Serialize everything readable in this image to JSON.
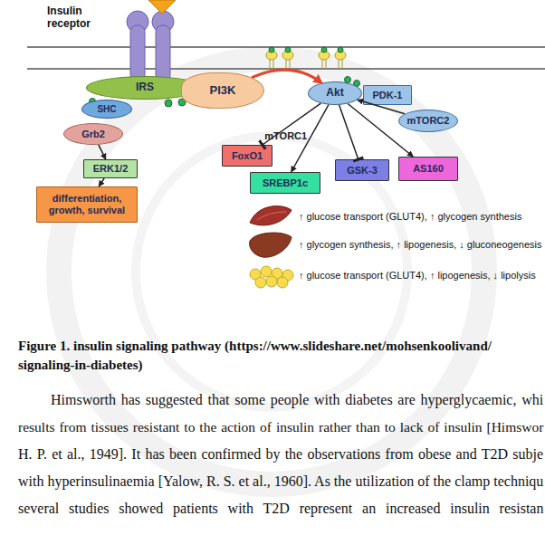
{
  "diagram": {
    "caption": "Figure 1. insulin signaling pathway (https://www.slideshare.net/mohsenkoolivand/ signaling-in-diabetes)",
    "nodes": [
      {
        "text": [
          "IRS"
        ]
      },
      {
        "text": [
          "PI3K"
        ]
      },
      {
        "text": [
          "SHC"
        ]
      },
      {
        "text": [
          "Grb2"
        ]
      },
      {
        "text": [
          "ERK1/2"
        ]
      },
      {
        "text": [
          "differentiation, growth, survival"
        ]
      },
      {
        "text": [
          "Akt"
        ]
      },
      {
        "text": [
          "PDK-1"
        ]
      },
      {
        "text": [
          "mTORC2"
        ]
      },
      {
        "text": [
          "FoxO1"
        ]
      },
      {
        "text": [
          "SREBP1c"
        ]
      },
      {
        "text": [
          "GSK-3"
        ]
      },
      {
        "text": [
          "AS160"
        ]
      }
    ],
    "edges": [
      {
        "from": 1,
        "to": 6,
        "arrow": "to"
      },
      {
        "from": 3,
        "to": 4,
        "arrow": "to"
      },
      {
        "from": 4,
        "to": 5,
        "arrow": "to"
      },
      {
        "from": 8,
        "to": 6,
        "arrow": "to"
      },
      {
        "from": 6,
        "to": 9,
        "arrow": "to"
      },
      {
        "from": 6,
        "to": 10,
        "label": "mTORC1",
        "arrow": "to"
      },
      {
        "from": 6,
        "to": 11,
        "arrow": "to"
      },
      {
        "from": 6,
        "to": 12,
        "arrow": "to"
      }
    ],
    "labels": [
      "Insulin receptor",
      "↑ glucose transport (GLUT4), ↑ glycogen synthesis",
      "↑ glycogen synthesis, ↑ lipogenesis, ↓ gluconeogenesis",
      "↑ glucose transport (GLUT4), ↑ lipogenesis, ↓ lipolysis",
      "Himsworth has suggested that some people with diabetes are hyperglycaemic, whi",
      "results from tissues resistant to the action of insulin rather than to lack of insulin [Himswor",
      "H. P. et al., 1949]. It has been confirmed by the observations from obese and T2D subje",
      "with hyperinsulinaemia [Yalow, R. S. et al., 1960]. As the utilization of the clamp techniqu",
      "several studies showed patients with T2D represent an increased insulin resistan"
    ]
  }
}
